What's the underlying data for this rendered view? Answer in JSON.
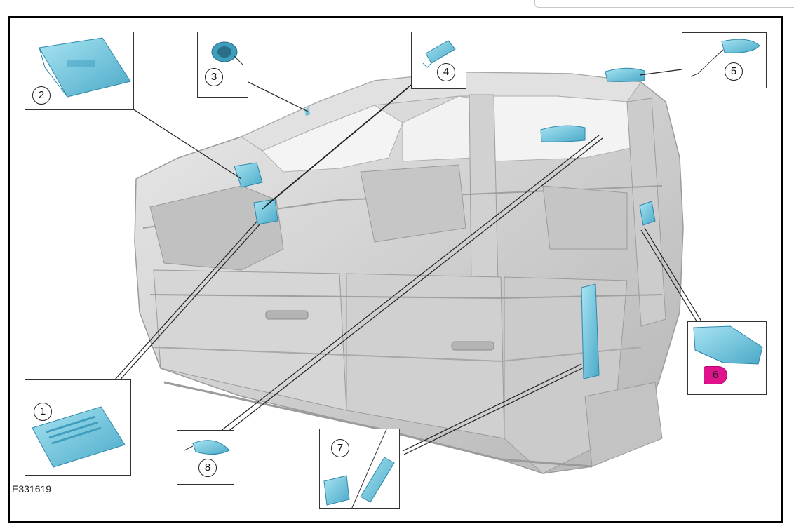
{
  "figure": {
    "code": "E331619"
  },
  "callouts": [
    {
      "number": "1",
      "component": "module"
    },
    {
      "number": "2",
      "component": "module"
    },
    {
      "number": "3",
      "component": "speaker"
    },
    {
      "number": "4",
      "component": "module"
    },
    {
      "number": "5",
      "component": "antenna"
    },
    {
      "number": "6",
      "component": "module"
    },
    {
      "number": "7",
      "component": "module"
    },
    {
      "number": "8",
      "component": "antenna"
    }
  ],
  "colors": {
    "component_highlight": "#7ecfe6",
    "component_dark": "#3f9dbd",
    "vehicle_body": "#bfbfbf",
    "highlight_badge": "#e0128c",
    "leader_line": "#222222"
  },
  "icons": [
    "truck-cab-xray",
    "module-icon",
    "speaker-icon",
    "antenna-icon"
  ]
}
